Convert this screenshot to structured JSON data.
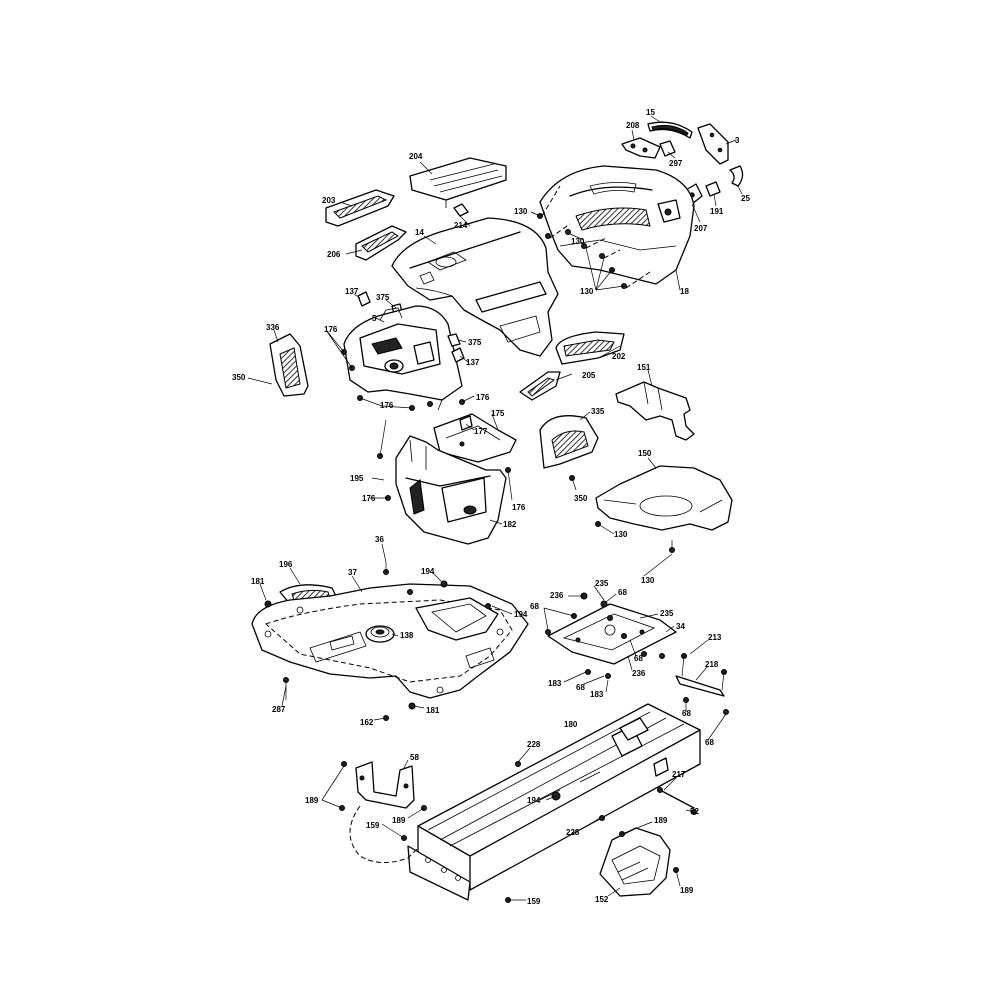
{
  "labels": [
    {
      "id": "p15",
      "text": "15"
    },
    {
      "id": "p208",
      "text": "208"
    },
    {
      "id": "p3",
      "text": "3"
    },
    {
      "id": "p297",
      "text": "297"
    },
    {
      "id": "p25",
      "text": "25"
    },
    {
      "id": "p191",
      "text": "191"
    },
    {
      "id": "p207",
      "text": "207"
    },
    {
      "id": "p204",
      "text": "204"
    },
    {
      "id": "p203",
      "text": "203"
    },
    {
      "id": "p130a",
      "text": "130"
    },
    {
      "id": "p214",
      "text": "214"
    },
    {
      "id": "p14",
      "text": "14"
    },
    {
      "id": "p130b",
      "text": "130"
    },
    {
      "id": "p206",
      "text": "206"
    },
    {
      "id": "p130c",
      "text": "130"
    },
    {
      "id": "p18",
      "text": "18"
    },
    {
      "id": "p137a",
      "text": "137"
    },
    {
      "id": "p375a",
      "text": "375"
    },
    {
      "id": "p5",
      "text": "5"
    },
    {
      "id": "p336",
      "text": "336"
    },
    {
      "id": "p176a",
      "text": "176"
    },
    {
      "id": "p202",
      "text": "202"
    },
    {
      "id": "p375b",
      "text": "375"
    },
    {
      "id": "p137b",
      "text": "137"
    },
    {
      "id": "p151",
      "text": "151"
    },
    {
      "id": "p350a",
      "text": "350"
    },
    {
      "id": "p205",
      "text": "205"
    },
    {
      "id": "p176b",
      "text": "176"
    },
    {
      "id": "p176c",
      "text": "176"
    },
    {
      "id": "p175",
      "text": "175"
    },
    {
      "id": "p335",
      "text": "335"
    },
    {
      "id": "p177",
      "text": "177"
    },
    {
      "id": "p150",
      "text": "150"
    },
    {
      "id": "p195",
      "text": "195"
    },
    {
      "id": "p350b",
      "text": "350"
    },
    {
      "id": "p176d",
      "text": "176"
    },
    {
      "id": "p176e",
      "text": "176"
    },
    {
      "id": "p182",
      "text": "182"
    },
    {
      "id": "p130d",
      "text": "130"
    },
    {
      "id": "p36",
      "text": "36"
    },
    {
      "id": "p130e",
      "text": "130"
    },
    {
      "id": "p196",
      "text": "196"
    },
    {
      "id": "p37",
      "text": "37"
    },
    {
      "id": "p194a",
      "text": "194"
    },
    {
      "id": "p235a",
      "text": "235"
    },
    {
      "id": "p181a",
      "text": "181"
    },
    {
      "id": "p236a",
      "text": "236"
    },
    {
      "id": "p68a",
      "text": "68"
    },
    {
      "id": "p194b",
      "text": "194"
    },
    {
      "id": "p68b",
      "text": "68"
    },
    {
      "id": "p235b",
      "text": "235"
    },
    {
      "id": "p34",
      "text": "34"
    },
    {
      "id": "p138",
      "text": "138"
    },
    {
      "id": "p213",
      "text": "213"
    },
    {
      "id": "p68c",
      "text": "68"
    },
    {
      "id": "p218",
      "text": "218"
    },
    {
      "id": "p183a",
      "text": "183"
    },
    {
      "id": "p68d",
      "text": "68"
    },
    {
      "id": "p236b",
      "text": "236"
    },
    {
      "id": "p183b",
      "text": "183"
    },
    {
      "id": "p287",
      "text": "287"
    },
    {
      "id": "p181b",
      "text": "181"
    },
    {
      "id": "p68e",
      "text": "68"
    },
    {
      "id": "p162",
      "text": "162"
    },
    {
      "id": "p180",
      "text": "180"
    },
    {
      "id": "p68f",
      "text": "68"
    },
    {
      "id": "p228a",
      "text": "228"
    },
    {
      "id": "p58",
      "text": "58"
    },
    {
      "id": "p217",
      "text": "217"
    },
    {
      "id": "p189a",
      "text": "189"
    },
    {
      "id": "p194c",
      "text": "194"
    },
    {
      "id": "p52",
      "text": "52"
    },
    {
      "id": "p189b",
      "text": "189"
    },
    {
      "id": "p159a",
      "text": "159"
    },
    {
      "id": "p228b",
      "text": "228"
    },
    {
      "id": "p189c",
      "text": "189"
    },
    {
      "id": "p189d",
      "text": "189"
    },
    {
      "id": "p152",
      "text": "152"
    },
    {
      "id": "p159b",
      "text": "159"
    }
  ]
}
